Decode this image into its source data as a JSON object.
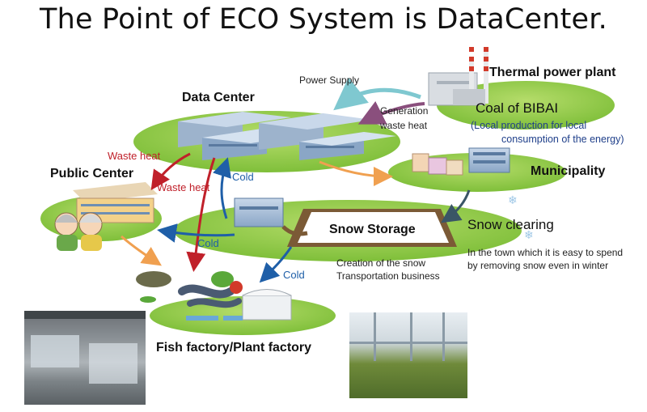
{
  "title": "The Point of ECO System is DataCenter.",
  "nodes": {
    "data_center": "Data Center",
    "thermal_plant": "Thermal power plant",
    "coal": "Coal of BIBAI",
    "local_production_1": "(Local production for local",
    "local_production_2": "consumption of the energy)",
    "municipality": "Municipality",
    "public_center": "Public Center",
    "snow_storage": "Snow Storage",
    "snow_clearing": "Snow clearing",
    "town_note_1": "In the town which it is easy to spend",
    "town_note_2": "by removing snow even in winter",
    "creation_1": "Creation of the snow",
    "creation_2": "Transportation business",
    "factory": "Fish factory/Plant factory"
  },
  "flows": {
    "power_supply": "Power Supply",
    "generation_1": "Generation",
    "generation_2": "waste heat",
    "waste_heat_1": "Waste heat",
    "waste_heat_2": "Waste heat",
    "cold_1": "Cold",
    "cold_2": "Cold",
    "cold_3": "Cold"
  },
  "colors": {
    "island": "#8cc63f",
    "arrow_red": "#c0202a",
    "arrow_blue": "#1f5fa8",
    "arrow_orange": "#f0a050",
    "arrow_teal": "#7fc8d0",
    "arrow_purple": "#8a4f7d"
  }
}
